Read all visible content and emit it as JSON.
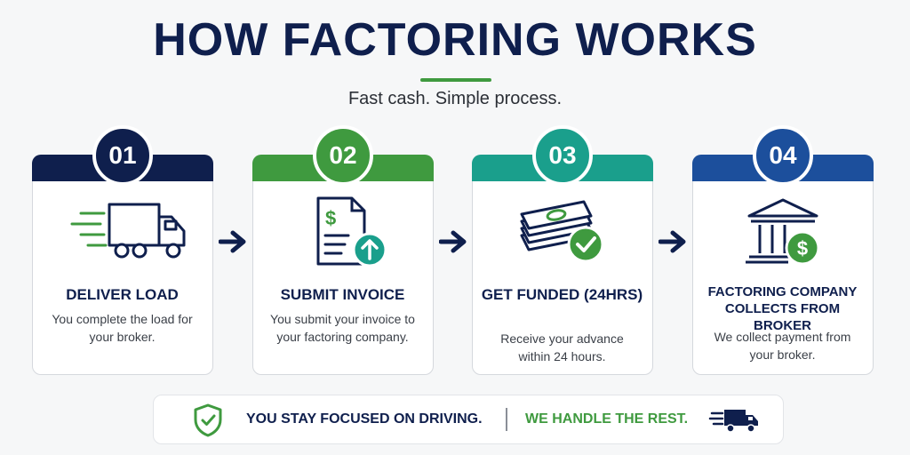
{
  "header": {
    "title": "HOW FACTORING WORKS",
    "subtitle": "Fast cash. Simple process."
  },
  "steps": [
    {
      "number": "01",
      "color": "#0f1f4d",
      "icon": "delivery-truck-icon",
      "title": "DELIVER LOAD",
      "description": "You complete the load for your broker."
    },
    {
      "number": "02",
      "color": "#3f9a3f",
      "icon": "invoice-upload-icon",
      "title": "SUBMIT INVOICE",
      "description": "You submit your invoice to your factoring company."
    },
    {
      "number": "03",
      "color": "#1a9f8c",
      "icon": "cash-check-icon",
      "title": "GET FUNDED (24HRS)",
      "description": "Receive your advance within 24 hours."
    },
    {
      "number": "04",
      "color": "#1c4f9c",
      "icon": "bank-dollar-icon",
      "title": "FACTORING COMPANY COLLECTS FROM BROKER",
      "description": "We collect payment from your broker."
    }
  ],
  "footer": {
    "left_text": "YOU STAY FOCUSED ON DRIVING.",
    "right_text": "WE HANDLE THE REST.",
    "left_icon": "shield-check-icon",
    "right_icon": "fast-truck-icon"
  },
  "colors": {
    "navy": "#0f1f4d",
    "green": "#3f9a3f",
    "teal": "#1a9f8c",
    "blue": "#1c4f9c"
  }
}
